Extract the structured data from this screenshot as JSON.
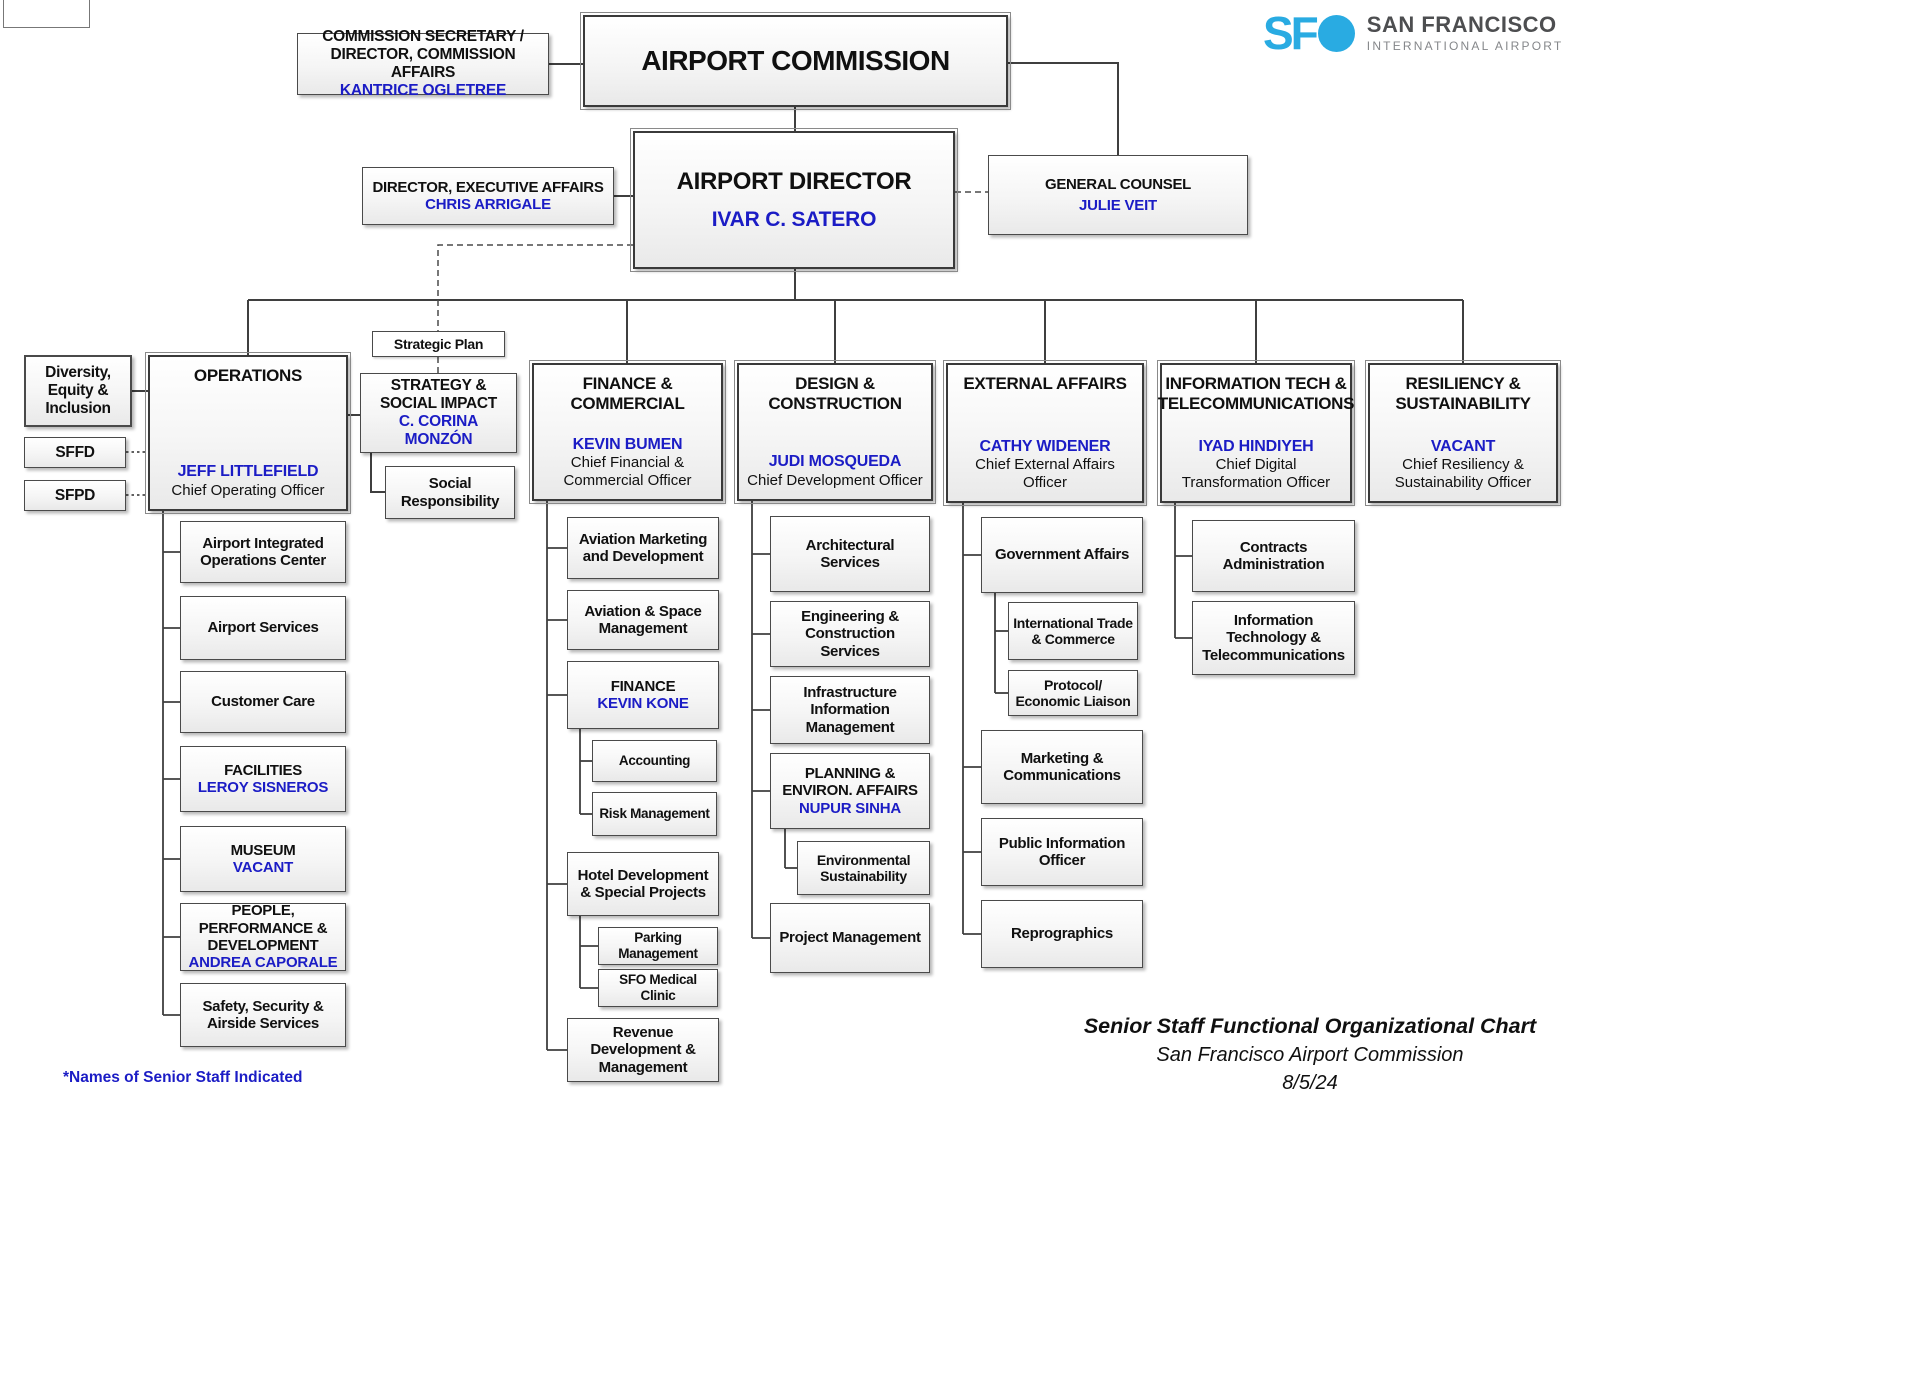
{
  "colors": {
    "accent_name_blue": "#1B1CC5",
    "logo_blue": "#29ABE2",
    "logo_gray": "#4D4E50",
    "line_gray": "#3F3F3F"
  },
  "logo": {
    "airport_code": "SFO",
    "airport_code_prefix": "SF",
    "title": "SAN FRANCISCO",
    "subtitle": "INTERNATIONAL AIRPORT"
  },
  "footnote": "*Names of Senior Staff Indicated",
  "caption": {
    "line1": "Senior Staff Functional Organizational Chart",
    "line2": "San Francisco Airport Commission",
    "line3": "8/5/24"
  },
  "nodes": {
    "commission_secretary": {
      "title": "COMMISSION SECRETARY / DIRECTOR, COMMISSION AFFAIRS",
      "name": "KANTRICE OGLETREE"
    },
    "airport_commission": {
      "title": "AIRPORT COMMISSION"
    },
    "exec_affairs": {
      "title": "DIRECTOR, EXECUTIVE AFFAIRS",
      "name": "CHRIS ARRIGALE"
    },
    "airport_director": {
      "title": "AIRPORT DIRECTOR",
      "name": "IVAR C. SATERO"
    },
    "general_counsel": {
      "title": "GENERAL COUNSEL",
      "name": "JULIE VEIT"
    },
    "dei": {
      "title": "Diversity, Equity & Inclusion"
    },
    "sffd": {
      "title": "SFFD"
    },
    "sfpd": {
      "title": "SFPD"
    },
    "operations": {
      "title": "OPERATIONS",
      "name": "JEFF LITTLEFIELD",
      "role": "Chief Operating Officer"
    },
    "strategic_plan": {
      "title": "Strategic Plan"
    },
    "strategy_social_impact": {
      "title": "STRATEGY & SOCIAL IMPACT",
      "name": "C. CORINA MONZÓN"
    },
    "social_responsibility": {
      "title": "Social Responsibility"
    },
    "airport_integrated_ops": {
      "title": "Airport Integrated Operations Center"
    },
    "airport_services": {
      "title": "Airport Services"
    },
    "customer_care": {
      "title": "Customer Care"
    },
    "facilities": {
      "title": "FACILITIES",
      "name": "LEROY SISNEROS"
    },
    "museum": {
      "title": "MUSEUM",
      "name": "VACANT"
    },
    "people_performance": {
      "title": "PEOPLE, PERFORMANCE & DEVELOPMENT",
      "name": "ANDREA CAPORALE"
    },
    "safety_security": {
      "title": "Safety, Security & Airside Services"
    },
    "finance_commercial": {
      "title": "FINANCE & COMMERCIAL",
      "name": "KEVIN BUMEN",
      "role": "Chief Financial & Commercial Officer"
    },
    "aviation_marketing": {
      "title": "Aviation Marketing and Development"
    },
    "aviation_space": {
      "title": "Aviation & Space Management"
    },
    "finance": {
      "title": "FINANCE",
      "name": "KEVIN KONE"
    },
    "accounting": {
      "title": "Accounting"
    },
    "risk_management": {
      "title": "Risk Management"
    },
    "hotel_development": {
      "title": "Hotel Development & Special Projects"
    },
    "parking_management": {
      "title": "Parking Management"
    },
    "sfo_medical_clinic": {
      "title": "SFO Medical Clinic"
    },
    "revenue_development": {
      "title": "Revenue Development & Management"
    },
    "design_construction": {
      "title": "DESIGN & CONSTRUCTION",
      "name": "JUDI MOSQUEDA",
      "role": "Chief Development Officer"
    },
    "architectural_services": {
      "title": "Architectural Services"
    },
    "engineering_construction": {
      "title": "Engineering & Construction Services"
    },
    "infrastructure_info": {
      "title": "Infrastructure Information Management"
    },
    "planning_environ": {
      "title": "PLANNING & ENVIRON. AFFAIRS",
      "name": "NUPUR SINHA"
    },
    "environmental_sustainability": {
      "title": "Environmental Sustainability"
    },
    "project_management": {
      "title": "Project Management"
    },
    "external_affairs": {
      "title": "EXTERNAL AFFAIRS",
      "name": "CATHY WIDENER",
      "role": "Chief External Affairs Officer"
    },
    "government_affairs": {
      "title": "Government Affairs"
    },
    "international_trade": {
      "title": "International Trade & Commerce"
    },
    "protocol_liaison": {
      "title": "Protocol/ Economic Liaison"
    },
    "marketing_communications": {
      "title": "Marketing & Communications"
    },
    "public_information": {
      "title": "Public Information Officer"
    },
    "reprographics": {
      "title": "Reprographics"
    },
    "information_tech": {
      "title": "INFORMATION TECH & TELECOMMUNICATIONS",
      "name": "IYAD HINDIYEH",
      "role": "Chief Digital Transformation Officer"
    },
    "contracts_administration": {
      "title": "Contracts Administration"
    },
    "it_telecom": {
      "title": "Information Technology & Telecommunications"
    },
    "resiliency": {
      "title": "RESILIENCY & SUSTAINABILITY",
      "name": "VACANT",
      "role": "Chief Resiliency & Sustainability Officer"
    }
  }
}
